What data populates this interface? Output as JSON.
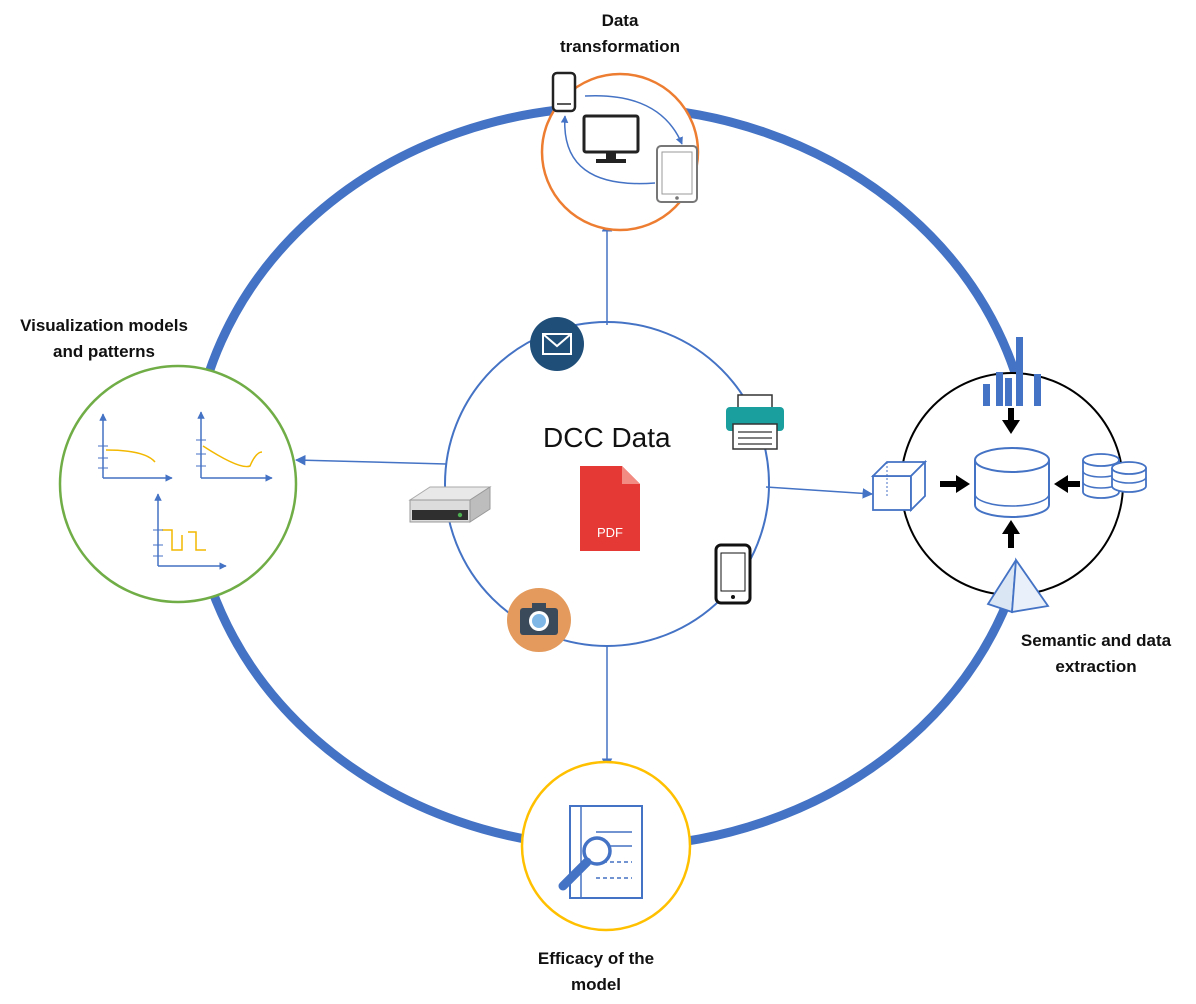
{
  "diagram": {
    "center_title": "DCC Data",
    "pdf_badge": "PDF",
    "nodes": {
      "top": {
        "line1": "Data",
        "line2": "transformation"
      },
      "left": {
        "line1": "Visualization models",
        "line2": "and patterns"
      },
      "right": {
        "line1": "Semantic and data",
        "line2": "extraction"
      },
      "bottom": {
        "line1": "Efficacy of the",
        "line2": "model"
      }
    }
  },
  "colors": {
    "outer_ring": "#4472c4",
    "inner_ring": "#4472c4",
    "top_node_ring": "#ed7d31",
    "left_node_ring": "#70ad47",
    "right_node_ring": "#000000",
    "bottom_node_ring": "#ffc000",
    "chart_curve": "#f2b800",
    "pdf_red": "#e53935",
    "email_blue": "#1f4e79",
    "camera_orange": "#e39a5c",
    "printer_teal": "#1a9e9e"
  }
}
